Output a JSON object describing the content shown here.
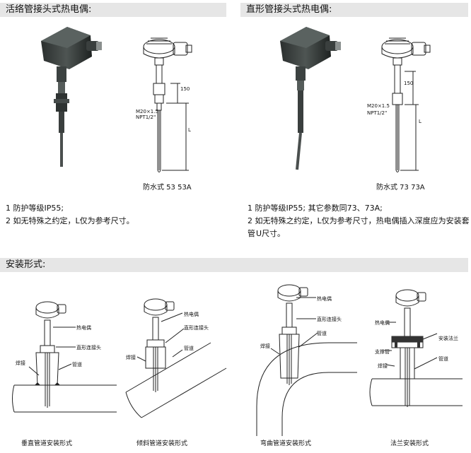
{
  "sections": {
    "left_title": "活络管接头式热电偶:",
    "right_title": "直形管接头式热电偶:",
    "install_title": "安装形式:"
  },
  "left": {
    "drawing": {
      "dim_150": "150",
      "thread1": "M20×1.5",
      "thread2": "NPT1/2\"",
      "dim_L": "L"
    },
    "caption": "防水式  53  53A",
    "notes": [
      "1 防护等级IP55;",
      "2 如无特殊之约定，L仅为参考尺寸。"
    ]
  },
  "right": {
    "drawing": {
      "dim_150": "150",
      "thread1": "M20×1.5",
      "thread2": "NPT1/2\"",
      "dim_L": "L"
    },
    "caption": "防水式  73  73A",
    "notes": [
      "1 防护等级IP55;  其它参数同73、73A;",
      "2 如无特殊之约定，L仅为参考尺寸，热电偶插入深度应为安装套管",
      "U尺寸。"
    ]
  },
  "install": [
    {
      "caption": "垂直管道安装形式",
      "labels": {
        "a": "热电偶",
        "b": "直形连接头",
        "c": "焊接",
        "d": "管道"
      }
    },
    {
      "caption": "倾斜管道安装形式",
      "labels": {
        "a": "热电偶",
        "b": "直形连接头",
        "c": "焊接",
        "d": "管道"
      }
    },
    {
      "caption": "弯曲管道安装形式",
      "labels": {
        "a": "热电偶",
        "b": "直形连接头",
        "c": "焊接",
        "d": "管道"
      }
    },
    {
      "caption": "法兰安装形式",
      "labels": {
        "a": "热电偶",
        "b": "安装法兰",
        "c": "支撑管",
        "d": "焊接",
        "e": "管道"
      }
    }
  ]
}
